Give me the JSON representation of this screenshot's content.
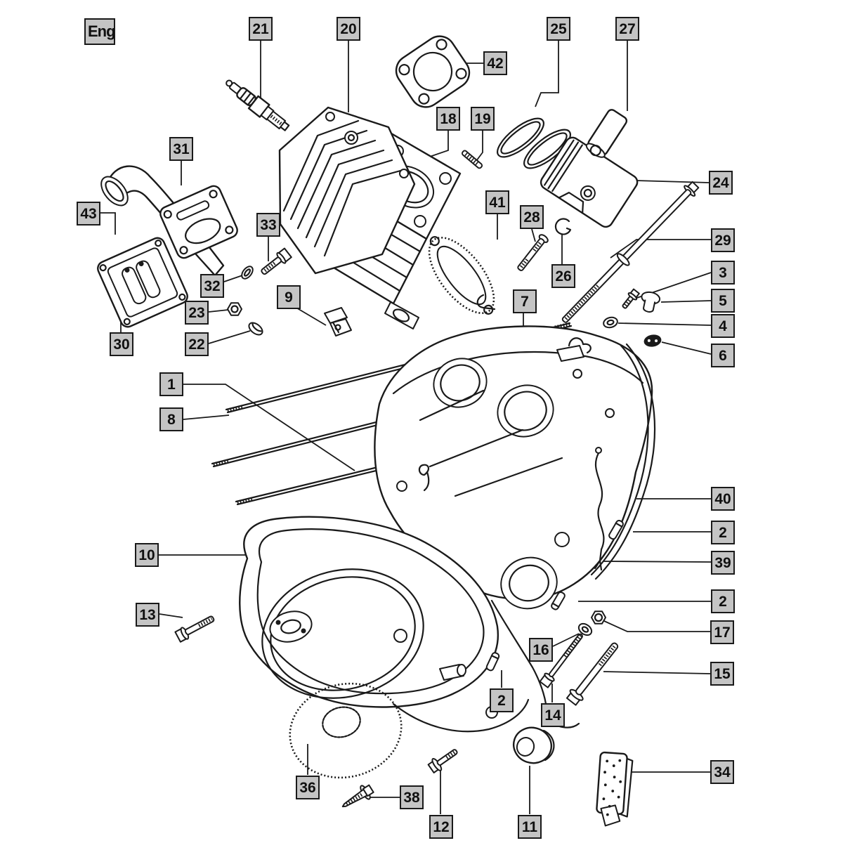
{
  "style": {
    "background": "#ffffff",
    "label_bg": "#c4c4c4",
    "label_border": "#1a1a1a",
    "label_text_color": "#101010",
    "line_color": "#1a1a1a"
  },
  "diagram": {
    "type": "exploded-engine-parts-diagram",
    "corner_tag": "Eng"
  },
  "labels": [
    {
      "id": "eng-tag",
      "text": "Eng"
    },
    {
      "id": "callout-21",
      "text": "21"
    },
    {
      "id": "callout-20",
      "text": "20"
    },
    {
      "id": "callout-25",
      "text": "25"
    },
    {
      "id": "callout-27",
      "text": "27"
    },
    {
      "id": "callout-42",
      "text": "42"
    },
    {
      "id": "callout-18",
      "text": "18"
    },
    {
      "id": "callout-19",
      "text": "19"
    },
    {
      "id": "callout-31",
      "text": "31"
    },
    {
      "id": "callout-24",
      "text": "24"
    },
    {
      "id": "callout-41",
      "text": "41"
    },
    {
      "id": "callout-43",
      "text": "43"
    },
    {
      "id": "callout-28",
      "text": "28"
    },
    {
      "id": "callout-33",
      "text": "33"
    },
    {
      "id": "callout-29",
      "text": "29"
    },
    {
      "id": "callout-3",
      "text": "3"
    },
    {
      "id": "callout-26",
      "text": "26"
    },
    {
      "id": "callout-32",
      "text": "32"
    },
    {
      "id": "callout-9",
      "text": "9"
    },
    {
      "id": "callout-5",
      "text": "5"
    },
    {
      "id": "callout-7",
      "text": "7"
    },
    {
      "id": "callout-23",
      "text": "23"
    },
    {
      "id": "callout-4",
      "text": "4"
    },
    {
      "id": "callout-22",
      "text": "22"
    },
    {
      "id": "callout-30",
      "text": "30"
    },
    {
      "id": "callout-6",
      "text": "6"
    },
    {
      "id": "callout-1",
      "text": "1"
    },
    {
      "id": "callout-8",
      "text": "8"
    },
    {
      "id": "callout-40",
      "text": "40"
    },
    {
      "id": "callout-2-top",
      "text": "2"
    },
    {
      "id": "callout-10",
      "text": "10"
    },
    {
      "id": "callout-39",
      "text": "39"
    },
    {
      "id": "callout-2-middle",
      "text": "2"
    },
    {
      "id": "callout-13",
      "text": "13"
    },
    {
      "id": "callout-17",
      "text": "17"
    },
    {
      "id": "callout-16",
      "text": "16"
    },
    {
      "id": "callout-15",
      "text": "15"
    },
    {
      "id": "callout-2-bottom",
      "text": "2"
    },
    {
      "id": "callout-14",
      "text": "14"
    },
    {
      "id": "callout-34",
      "text": "34"
    },
    {
      "id": "callout-36",
      "text": "36"
    },
    {
      "id": "callout-38",
      "text": "38"
    },
    {
      "id": "callout-12",
      "text": "12"
    },
    {
      "id": "callout-11",
      "text": "11"
    }
  ]
}
